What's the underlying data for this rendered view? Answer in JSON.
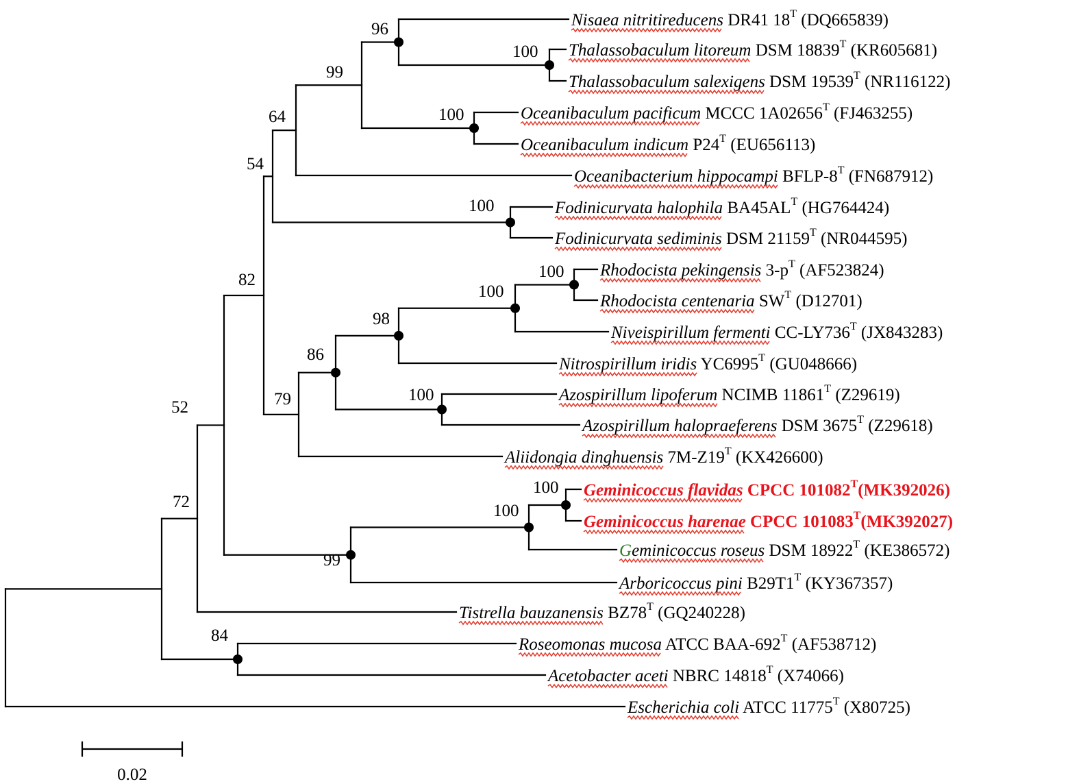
{
  "tree": {
    "scale_label": "0.02",
    "type_strain_mark": "T",
    "colors": {
      "line": "#000000",
      "highlight": "#e8141c",
      "green_initial": "#2e7d22",
      "spellcheck": "#e23a2c"
    },
    "leaves": [
      {
        "id": "nisaea",
        "genus": "Nisaea",
        "species": "nitritireducens",
        "strain": "DR41 18",
        "acc": "(DQ665839)",
        "highlight": false
      },
      {
        "id": "tlit",
        "genus": "Thalassobaculum",
        "species": "litoreum",
        "strain": "DSM 18839",
        "acc": "(KR605681)",
        "highlight": false
      },
      {
        "id": "tsal",
        "genus": "Thalassobaculum",
        "species": "salexigens",
        "strain": "DSM 19539",
        "acc": "(NR116122)",
        "highlight": false
      },
      {
        "id": "opac",
        "genus": "Oceanibaculum",
        "species": "pacificum",
        "strain": "MCCC 1A02656",
        "acc": "(FJ463255)",
        "highlight": false
      },
      {
        "id": "oind",
        "genus": "Oceanibaculum",
        "species": "indicum",
        "strain": "P24",
        "acc": "(EU656113)",
        "highlight": false
      },
      {
        "id": "ohip",
        "genus": "Oceanibacterium",
        "species": "hippocampi",
        "strain": "BFLP-8",
        "acc": "(FN687912)",
        "highlight": false
      },
      {
        "id": "fhal",
        "genus": "Fodinicurvata",
        "species": "halophila",
        "strain": "BA45AL",
        "acc": "(HG764424)",
        "highlight": false
      },
      {
        "id": "fsed",
        "genus": "Fodinicurvata",
        "species": "sediminis",
        "strain": "DSM 21159",
        "acc": "(NR044595)",
        "highlight": false
      },
      {
        "id": "rpek",
        "genus": "Rhodocista",
        "species": "pekingensis",
        "strain": "3-p",
        "acc": "(AF523824)",
        "highlight": false
      },
      {
        "id": "rcen",
        "genus": "Rhodocista",
        "species": "centenaria",
        "strain": "SW",
        "acc": "(D12701)",
        "highlight": false
      },
      {
        "id": "nfer",
        "genus": "Niveispirillum",
        "species": "fermenti",
        "strain": "CC-LY736",
        "acc": "(JX843283)",
        "highlight": false
      },
      {
        "id": "niri",
        "genus": "Nitrospirillum",
        "species": "iridis",
        "strain": "YC6995",
        "acc": "(GU048666)",
        "highlight": false
      },
      {
        "id": "alip",
        "genus": "Azospirillum",
        "species": "lipoferum",
        "strain": "NCIMB 11861",
        "acc": "(Z29619)",
        "highlight": false
      },
      {
        "id": "ahal",
        "genus": "Azospirillum",
        "species": "halopraeferens",
        "strain": "DSM 3675",
        "acc": "(Z29618)",
        "highlight": false
      },
      {
        "id": "adin",
        "genus": "Aliidongia",
        "species": "dinghuensis",
        "strain": "7M-Z19",
        "acc": "(KX426600)",
        "highlight": false
      },
      {
        "id": "gfla",
        "genus": "Geminicoccus",
        "species": "flavidas",
        "strain": "CPCC 101082",
        "acc": "(MK392026)",
        "highlight": true
      },
      {
        "id": "ghar",
        "genus": "Geminicoccus",
        "species": "harenae",
        "strain": "CPCC 101083",
        "acc": "(MK392027)",
        "highlight": true
      },
      {
        "id": "gros",
        "genus": "Geminicoccus",
        "species": "roseus",
        "strain": "DSM 18922",
        "acc": "(KE386572)",
        "highlight": false,
        "green_initial": true
      },
      {
        "id": "apin",
        "genus": "Arboricoccus",
        "species": "pini",
        "strain": "B29T1",
        "acc": "(KY367357)",
        "highlight": false
      },
      {
        "id": "tbau",
        "genus": "Tistrella",
        "species": "bauzanensis",
        "strain": "BZ78",
        "acc": "(GQ240228)",
        "highlight": false
      },
      {
        "id": "rmuc",
        "genus": "Roseomonas",
        "species": "mucosa",
        "strain": "ATCC BAA-692",
        "acc": "(AF538712)",
        "highlight": false
      },
      {
        "id": "aace",
        "genus": "Acetobacter",
        "species": "aceti",
        "strain": "NBRC 14818",
        "acc": "(X74066)",
        "highlight": false
      },
      {
        "id": "ecol",
        "genus": "Escherichia",
        "species": "coli",
        "strain": "ATCC 11775",
        "acc": "(X80725)",
        "highlight": false
      }
    ],
    "bootstrap": [
      {
        "id": "n_nis",
        "value": "96"
      },
      {
        "id": "n_thal",
        "value": "100"
      },
      {
        "id": "n_nis_oce",
        "value": "99"
      },
      {
        "id": "n_oce",
        "value": "100"
      },
      {
        "id": "n_ohip",
        "value": "64"
      },
      {
        "id": "n_fod_grp",
        "value": "54"
      },
      {
        "id": "n_fod",
        "value": "100"
      },
      {
        "id": "n_rhod",
        "value": "100"
      },
      {
        "id": "n_rhod_niv",
        "value": "100"
      },
      {
        "id": "n_nit",
        "value": "98"
      },
      {
        "id": "n_azo_grp",
        "value": "86"
      },
      {
        "id": "n_azo",
        "value": "100"
      },
      {
        "id": "n_ali",
        "value": "79"
      },
      {
        "id": "n_upper",
        "value": "82"
      },
      {
        "id": "n_gem",
        "value": "100"
      },
      {
        "id": "n_gem_ros",
        "value": "100"
      },
      {
        "id": "n_arb",
        "value": "99"
      },
      {
        "id": "n_tis",
        "value": "52"
      },
      {
        "id": "n_roseo",
        "value": "84"
      },
      {
        "id": "n_ingroup",
        "value": "72"
      }
    ]
  }
}
